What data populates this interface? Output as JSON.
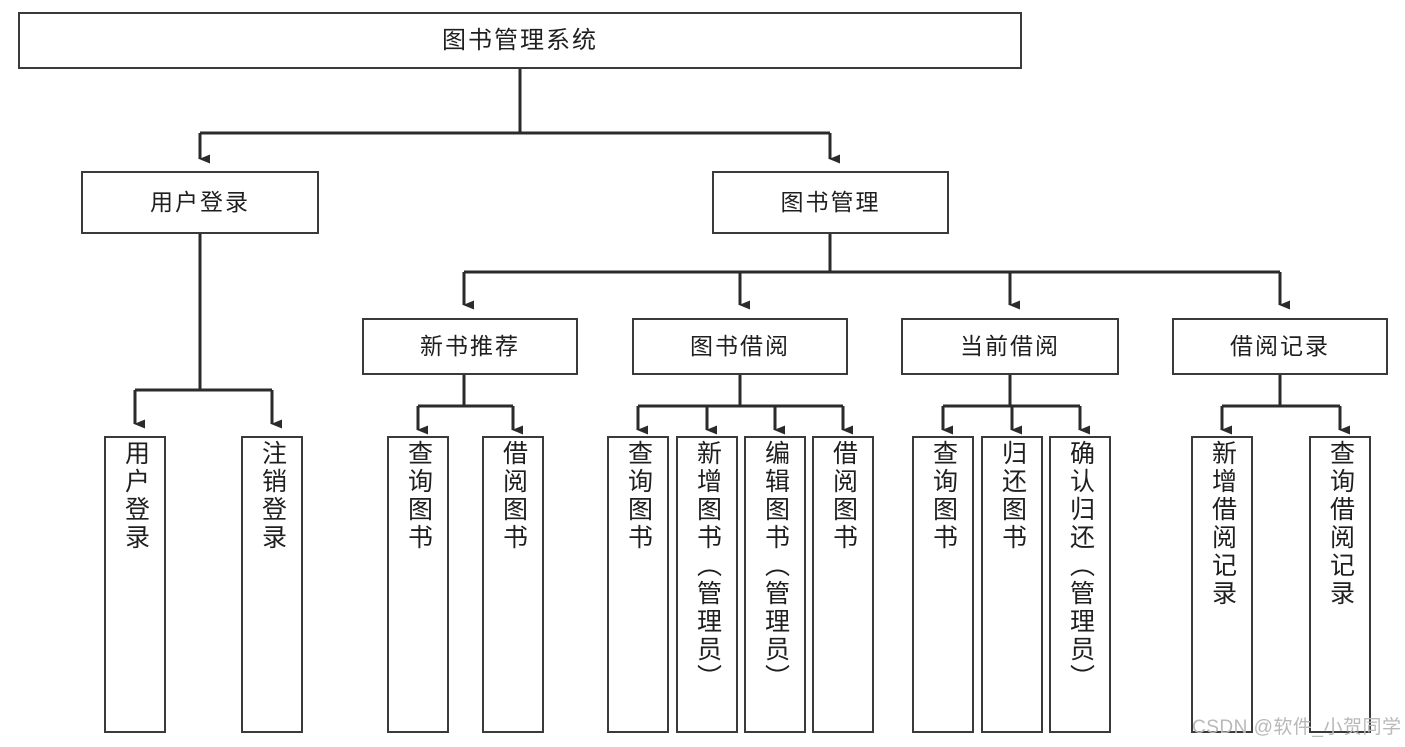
{
  "diagram": {
    "title": "图书管理系统",
    "type": "tree-flowchart",
    "colors": {
      "box_border": "#3a3a3a",
      "box_fill": "#ffffff",
      "connector": "#2b2b2b",
      "text": "#1f1f1f",
      "watermark": "#b9b9b9"
    },
    "root": {
      "label": "图书管理系统"
    },
    "level2": [
      {
        "key": "user_login",
        "label": "用户登录"
      },
      {
        "key": "book_management",
        "label": "图书管理"
      }
    ],
    "level3": [
      {
        "key": "new_book_rec",
        "label": "新书推荐"
      },
      {
        "key": "book_borrow",
        "label": "图书借阅"
      },
      {
        "key": "current_borrow",
        "label": "当前借阅"
      },
      {
        "key": "borrow_record",
        "label": "借阅记录"
      }
    ],
    "leaves": {
      "user_login": [
        {
          "label": "用户登录"
        },
        {
          "label": "注销登录"
        }
      ],
      "new_book_rec": [
        {
          "label": "查询图书"
        },
        {
          "label": "借阅图书"
        }
      ],
      "book_borrow": [
        {
          "label": "查询图书"
        },
        {
          "label": "新增图书（管理员）"
        },
        {
          "label": "编辑图书（管理员）"
        },
        {
          "label": "借阅图书"
        }
      ],
      "current_borrow": [
        {
          "label": "查询图书"
        },
        {
          "label": "归还图书"
        },
        {
          "label": "确认归还（管理员）"
        }
      ],
      "borrow_record": [
        {
          "label": "新增借阅记录"
        },
        {
          "label": "查询借阅记录"
        }
      ]
    }
  },
  "watermark": {
    "text": "CSDN @软件_小贺同学"
  }
}
